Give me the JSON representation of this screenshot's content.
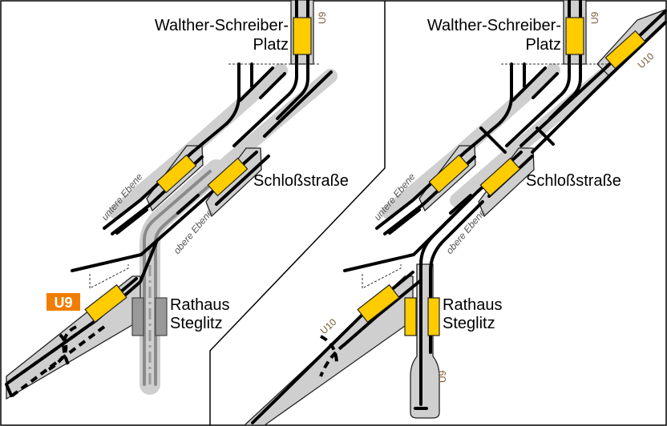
{
  "labels": {
    "walther_schreiber_platz": [
      "Walther-Schreiber-",
      "Platz"
    ],
    "schlossstrasse": "Schloßstraße",
    "rathaus_steglitz": [
      "Rathaus",
      "Steglitz"
    ],
    "lower_level": "untere Ebene",
    "upper_level": "obere Ebene",
    "line_u9": "U9",
    "line_u10": "U10"
  },
  "badge": {
    "text": "U9",
    "color": "#f07d00"
  },
  "colors": {
    "platform": "#ffcc00",
    "tunnel": "#cfcfcf",
    "track": "#000000",
    "tunnel_outline": "#222222",
    "line_label": "#7a5a35"
  }
}
